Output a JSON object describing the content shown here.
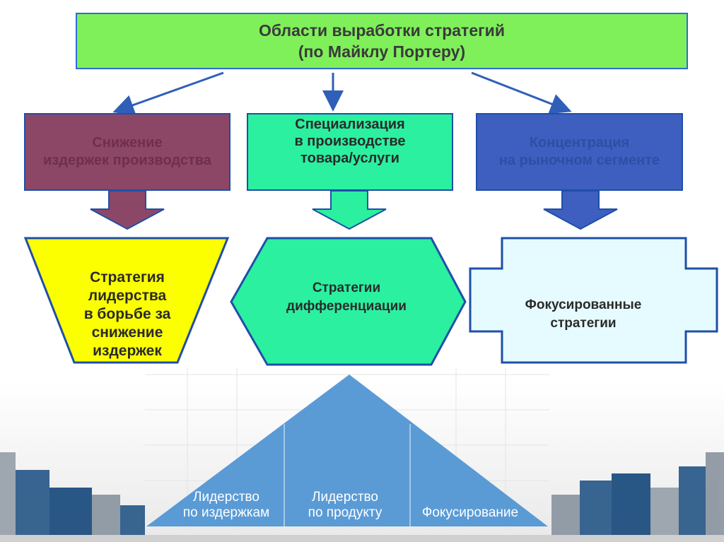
{
  "title": "Области выработки стратегий\n(по Майклу Портеру)",
  "areas": [
    {
      "label": "Снижение\nиздержек производства",
      "color": "#8c4767"
    },
    {
      "label": "Специализация\nв производстве\nтовара/услуги",
      "color": "#2af0a0"
    },
    {
      "label": "Концентрация\nна рыночном сегменте",
      "color": "#3e5fbf"
    }
  ],
  "strategies": [
    {
      "label": "Стратегия\nлидерства\nв борьбе за\nснижение\nиздержек",
      "color": "#fbff00"
    },
    {
      "label": "Стратегии\nдифференциации",
      "color": "#2af0a0"
    },
    {
      "label": "Фокусированные\nстратегии",
      "color": "#e6fbff"
    }
  ],
  "pyramid": {
    "labels": [
      "Лидерство\nпо издержкам",
      "Лидерство\nпо продукту",
      "Фокусирование"
    ],
    "color": "#5a9bd6"
  }
}
